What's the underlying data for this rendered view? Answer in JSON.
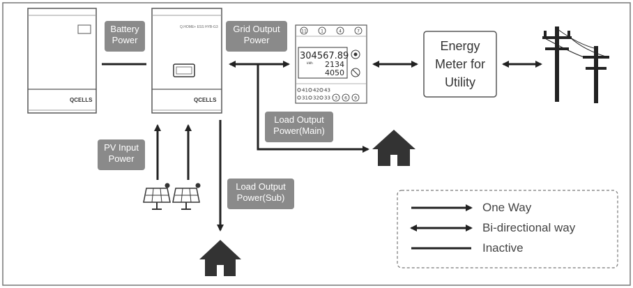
{
  "labels": {
    "battery_power": [
      "Battery",
      "Power"
    ],
    "grid_output_power": [
      "Grid Output",
      "Power"
    ],
    "pv_input_power": [
      "PV Input",
      "Power"
    ],
    "load_output_main": [
      "Load Output",
      "Power(Main)"
    ],
    "load_output_sub": [
      "Load Output",
      "Power(Sub)"
    ]
  },
  "devices": {
    "battery_brand": "QCELLS",
    "inverter_brand": "QCELLS",
    "inverter_model": "Q.HOME+ ESS HYB-G3",
    "energy_meter": [
      "Energy",
      "Meter for",
      "Utility"
    ]
  },
  "meter": {
    "main_reading": "304567.89",
    "sub_reading": "2134",
    "third_reading": "4050",
    "unit": "kWh",
    "top_terminals": [
      "11",
      "1",
      "4",
      "7"
    ],
    "bottom_row1": [
      "41",
      "42",
      "43"
    ],
    "bottom_row2": [
      "31",
      "32",
      "33",
      "3",
      "6",
      "9"
    ]
  },
  "legend": {
    "one_way": "One Way",
    "bi_directional": "Bi-directional way",
    "inactive": "Inactive"
  },
  "colors": {
    "label_bg": "#8a8a8a",
    "line": "#222222",
    "frame": "#777777"
  }
}
